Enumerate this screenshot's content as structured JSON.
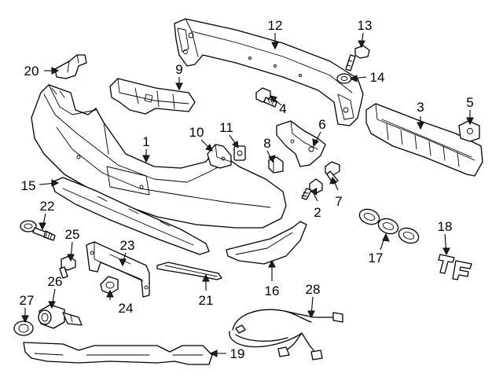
{
  "callouts": [
    {
      "number": "1",
      "part_icon": "rear-bumper-cover"
    },
    {
      "number": "2",
      "part_icon": "bolt"
    },
    {
      "number": "3",
      "part_icon": "energy-absorber"
    },
    {
      "number": "4",
      "part_icon": "bolt"
    },
    {
      "number": "5",
      "part_icon": "nut-retainer"
    },
    {
      "number": "6",
      "part_icon": "bracket"
    },
    {
      "number": "7",
      "part_icon": "bolt"
    },
    {
      "number": "8",
      "part_icon": "clip"
    },
    {
      "number": "9",
      "part_icon": "center-guide"
    },
    {
      "number": "10",
      "part_icon": "bracket"
    },
    {
      "number": "11",
      "part_icon": "clip"
    },
    {
      "number": "12",
      "part_icon": "reinforcement-beam"
    },
    {
      "number": "13",
      "part_icon": "bolt"
    },
    {
      "number": "14",
      "part_icon": "washer"
    },
    {
      "number": "15",
      "part_icon": "lower-trim"
    },
    {
      "number": "16",
      "part_icon": "side-trim"
    },
    {
      "number": "17",
      "part_icon": "emblem-rings"
    },
    {
      "number": "18",
      "part_icon": "emblem-letters"
    },
    {
      "number": "19",
      "part_icon": "lower-shield"
    },
    {
      "number": "20",
      "part_icon": "bracket"
    },
    {
      "number": "21",
      "part_icon": "molding"
    },
    {
      "number": "22",
      "part_icon": "tow-eye"
    },
    {
      "number": "23",
      "part_icon": "mount-bracket"
    },
    {
      "number": "24",
      "part_icon": "sensor-holder"
    },
    {
      "number": "25",
      "part_icon": "bolt"
    },
    {
      "number": "26",
      "part_icon": "parking-sensor"
    },
    {
      "number": "27",
      "part_icon": "sensor-ring"
    },
    {
      "number": "28",
      "part_icon": "wiring-harness"
    }
  ]
}
